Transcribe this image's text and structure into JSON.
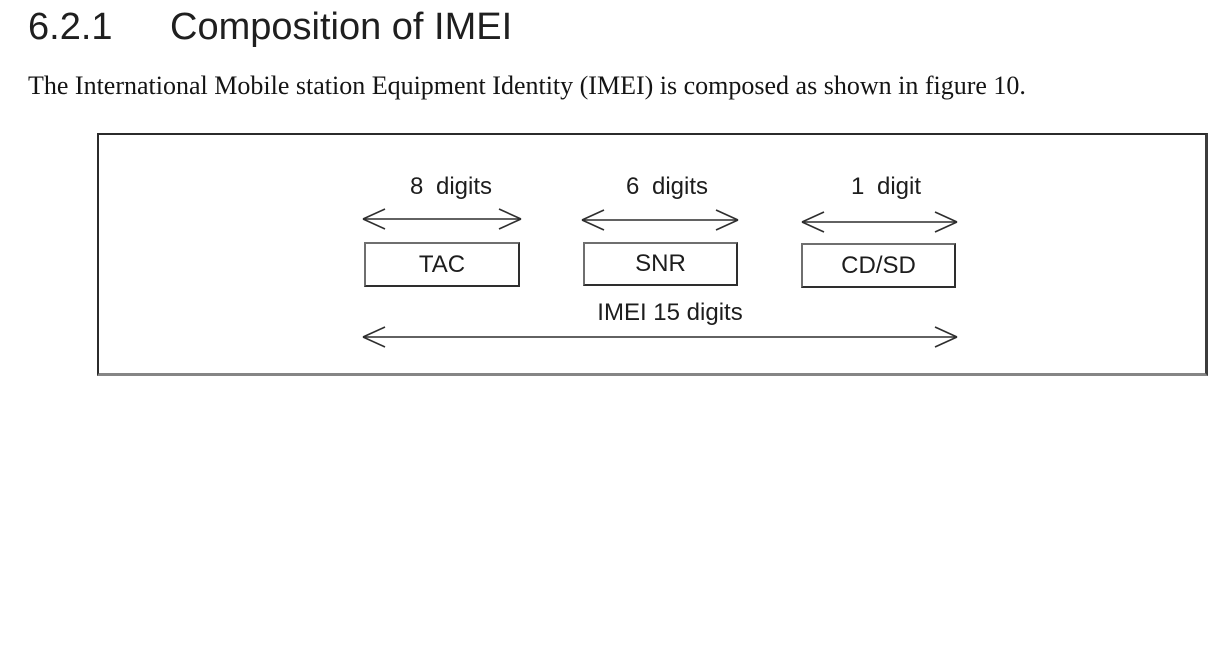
{
  "heading": {
    "number": "6.2.1",
    "title": "Composition of IMEI"
  },
  "paragraph": "The International Mobile station Equipment Identity (IMEI) is composed as shown in figure 10.",
  "figure": {
    "segments": [
      {
        "id": "tac",
        "label": "TAC",
        "size_label": "8 digits"
      },
      {
        "id": "snr",
        "label": "SNR",
        "size_label": "6 digits"
      },
      {
        "id": "cdsd",
        "label": "CD/SD",
        "size_label": "1 digit"
      }
    ],
    "total_label": "IMEI 15 digits"
  },
  "colors": {
    "text": "#1a1a1a",
    "arrow_line": "#2e2e2e",
    "box_border_dark": "#2e2e2e",
    "box_border_light": "#6f6f6f",
    "frame_border": "#2b2b2b",
    "frame_shadow": "#858585",
    "background": "#ffffff"
  }
}
